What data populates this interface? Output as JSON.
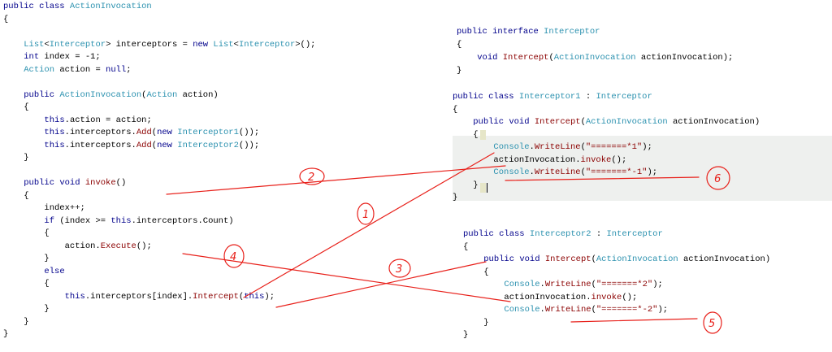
{
  "code_panels": {
    "action_invocation": {
      "lines": [
        [
          {
            "t": "public class ",
            "c": "kw"
          },
          {
            "t": "ActionInvocation",
            "c": "ty"
          }
        ],
        [
          {
            "t": "{",
            "c": "plain"
          }
        ],
        [
          {
            "t": "",
            "c": "plain"
          }
        ],
        [
          {
            "t": "    ",
            "c": "plain"
          },
          {
            "t": "List",
            "c": "ty"
          },
          {
            "t": "<",
            "c": "plain"
          },
          {
            "t": "Interceptor",
            "c": "ty"
          },
          {
            "t": "> interceptors = ",
            "c": "plain"
          },
          {
            "t": "new ",
            "c": "kw"
          },
          {
            "t": "List",
            "c": "ty"
          },
          {
            "t": "<",
            "c": "plain"
          },
          {
            "t": "Interceptor",
            "c": "ty"
          },
          {
            "t": ">();",
            "c": "plain"
          }
        ],
        [
          {
            "t": "    ",
            "c": "plain"
          },
          {
            "t": "int",
            "c": "kw"
          },
          {
            "t": " index = -1;",
            "c": "plain"
          }
        ],
        [
          {
            "t": "    ",
            "c": "plain"
          },
          {
            "t": "Action",
            "c": "ty"
          },
          {
            "t": " action = ",
            "c": "plain"
          },
          {
            "t": "null",
            "c": "kw"
          },
          {
            "t": ";",
            "c": "plain"
          }
        ],
        [
          {
            "t": "",
            "c": "plain"
          }
        ],
        [
          {
            "t": "    ",
            "c": "plain"
          },
          {
            "t": "public ",
            "c": "kw"
          },
          {
            "t": "ActionInvocation",
            "c": "ty"
          },
          {
            "t": "(",
            "c": "plain"
          },
          {
            "t": "Action",
            "c": "ty"
          },
          {
            "t": " action)",
            "c": "plain"
          }
        ],
        [
          {
            "t": "    {",
            "c": "plain"
          }
        ],
        [
          {
            "t": "        ",
            "c": "plain"
          },
          {
            "t": "this",
            "c": "kw"
          },
          {
            "t": ".action = action;",
            "c": "plain"
          }
        ],
        [
          {
            "t": "        ",
            "c": "plain"
          },
          {
            "t": "this",
            "c": "kw"
          },
          {
            "t": ".interceptors.",
            "c": "plain"
          },
          {
            "t": "Add",
            "c": "mth"
          },
          {
            "t": "(",
            "c": "plain"
          },
          {
            "t": "new ",
            "c": "kw"
          },
          {
            "t": "Interceptor1",
            "c": "ty"
          },
          {
            "t": "());",
            "c": "plain"
          }
        ],
        [
          {
            "t": "        ",
            "c": "plain"
          },
          {
            "t": "this",
            "c": "kw"
          },
          {
            "t": ".interceptors.",
            "c": "plain"
          },
          {
            "t": "Add",
            "c": "mth"
          },
          {
            "t": "(",
            "c": "plain"
          },
          {
            "t": "new ",
            "c": "kw"
          },
          {
            "t": "Interceptor2",
            "c": "ty"
          },
          {
            "t": "());",
            "c": "plain"
          }
        ],
        [
          {
            "t": "    }",
            "c": "plain"
          }
        ],
        [
          {
            "t": "",
            "c": "plain"
          }
        ],
        [
          {
            "t": "    ",
            "c": "plain"
          },
          {
            "t": "public void ",
            "c": "kw"
          },
          {
            "t": "invoke",
            "c": "mth"
          },
          {
            "t": "()",
            "c": "plain"
          }
        ],
        [
          {
            "t": "    {",
            "c": "plain"
          }
        ],
        [
          {
            "t": "        index++;",
            "c": "plain"
          }
        ],
        [
          {
            "t": "        ",
            "c": "plain"
          },
          {
            "t": "if",
            "c": "kw"
          },
          {
            "t": " (index >= ",
            "c": "plain"
          },
          {
            "t": "this",
            "c": "kw"
          },
          {
            "t": ".interceptors.Count)",
            "c": "plain"
          }
        ],
        [
          {
            "t": "        {",
            "c": "plain"
          }
        ],
        [
          {
            "t": "            action.",
            "c": "plain"
          },
          {
            "t": "Execute",
            "c": "mth"
          },
          {
            "t": "();",
            "c": "plain"
          }
        ],
        [
          {
            "t": "        }",
            "c": "plain"
          }
        ],
        [
          {
            "t": "        ",
            "c": "plain"
          },
          {
            "t": "else",
            "c": "kw"
          }
        ],
        [
          {
            "t": "        {",
            "c": "plain"
          }
        ],
        [
          {
            "t": "            ",
            "c": "plain"
          },
          {
            "t": "this",
            "c": "kw"
          },
          {
            "t": ".interceptors[index].",
            "c": "plain"
          },
          {
            "t": "Intercept",
            "c": "mth"
          },
          {
            "t": "(",
            "c": "plain"
          },
          {
            "t": "this",
            "c": "kw"
          },
          {
            "t": ");",
            "c": "plain"
          }
        ],
        [
          {
            "t": "        }",
            "c": "plain"
          }
        ],
        [
          {
            "t": "    }",
            "c": "plain"
          }
        ],
        [
          {
            "t": "}",
            "c": "plain"
          }
        ]
      ]
    },
    "interceptor_interface": {
      "lines": [
        [
          {
            "t": "public interface ",
            "c": "kw"
          },
          {
            "t": "Interceptor",
            "c": "ty"
          }
        ],
        [
          {
            "t": "{",
            "c": "plain"
          }
        ],
        [
          {
            "t": "    ",
            "c": "plain"
          },
          {
            "t": "void ",
            "c": "kw"
          },
          {
            "t": "Intercept",
            "c": "mth"
          },
          {
            "t": "(",
            "c": "plain"
          },
          {
            "t": "ActionInvocation",
            "c": "ty"
          },
          {
            "t": " actionInvocation);",
            "c": "plain"
          }
        ],
        [
          {
            "t": "}",
            "c": "plain"
          }
        ]
      ]
    },
    "interceptor1": {
      "lines": [
        [
          {
            "t": "public class ",
            "c": "kw"
          },
          {
            "t": "Interceptor1",
            "c": "ty"
          },
          {
            "t": " : ",
            "c": "plain"
          },
          {
            "t": "Interceptor",
            "c": "ty"
          }
        ],
        [
          {
            "t": "{",
            "c": "plain"
          }
        ],
        [
          {
            "t": "    ",
            "c": "plain"
          },
          {
            "t": "public void ",
            "c": "kw"
          },
          {
            "t": "Intercept",
            "c": "mth"
          },
          {
            "t": "(",
            "c": "plain"
          },
          {
            "t": "ActionInvocation",
            "c": "ty"
          },
          {
            "t": " actionInvocation)",
            "c": "plain"
          }
        ],
        [
          {
            "t": "    {",
            "c": "plain"
          }
        ],
        [
          {
            "t": "        ",
            "c": "plain"
          },
          {
            "t": "Console",
            "c": "ty"
          },
          {
            "t": ".",
            "c": "plain"
          },
          {
            "t": "WriteLine",
            "c": "mth"
          },
          {
            "t": "(",
            "c": "plain"
          },
          {
            "t": "\"=======*1\"",
            "c": "str"
          },
          {
            "t": ");",
            "c": "plain"
          }
        ],
        [
          {
            "t": "        actionInvocation.",
            "c": "plain"
          },
          {
            "t": "invoke",
            "c": "mth"
          },
          {
            "t": "();",
            "c": "plain"
          }
        ],
        [
          {
            "t": "        ",
            "c": "plain"
          },
          {
            "t": "Console",
            "c": "ty"
          },
          {
            "t": ".",
            "c": "plain"
          },
          {
            "t": "WriteLine",
            "c": "mth"
          },
          {
            "t": "(",
            "c": "plain"
          },
          {
            "t": "\"=======*-1\"",
            "c": "str"
          },
          {
            "t": ");",
            "c": "plain"
          }
        ],
        [
          {
            "t": "    }",
            "c": "plain"
          }
        ],
        [
          {
            "t": "}",
            "c": "plain"
          }
        ]
      ]
    },
    "interceptor2": {
      "lines": [
        [
          {
            "t": "public class ",
            "c": "kw"
          },
          {
            "t": "Interceptor2",
            "c": "ty"
          },
          {
            "t": " : ",
            "c": "plain"
          },
          {
            "t": "Interceptor",
            "c": "ty"
          }
        ],
        [
          {
            "t": "{",
            "c": "plain"
          }
        ],
        [
          {
            "t": "    ",
            "c": "plain"
          },
          {
            "t": "public void ",
            "c": "kw"
          },
          {
            "t": "Intercept",
            "c": "mth"
          },
          {
            "t": "(",
            "c": "plain"
          },
          {
            "t": "ActionInvocation",
            "c": "ty"
          },
          {
            "t": " actionInvocation)",
            "c": "plain"
          }
        ],
        [
          {
            "t": "    {",
            "c": "plain"
          }
        ],
        [
          {
            "t": "        ",
            "c": "plain"
          },
          {
            "t": "Console",
            "c": "ty"
          },
          {
            "t": ".",
            "c": "plain"
          },
          {
            "t": "WriteLine",
            "c": "mth"
          },
          {
            "t": "(",
            "c": "plain"
          },
          {
            "t": "\"=======*2\"",
            "c": "str"
          },
          {
            "t": ");",
            "c": "plain"
          }
        ],
        [
          {
            "t": "        actionInvocation.",
            "c": "plain"
          },
          {
            "t": "invoke",
            "c": "mth"
          },
          {
            "t": "();",
            "c": "plain"
          }
        ],
        [
          {
            "t": "        ",
            "c": "plain"
          },
          {
            "t": "Console",
            "c": "ty"
          },
          {
            "t": ".",
            "c": "plain"
          },
          {
            "t": "WriteLine",
            "c": "mth"
          },
          {
            "t": "(",
            "c": "plain"
          },
          {
            "t": "\"=======*-2\"",
            "c": "str"
          },
          {
            "t": ");",
            "c": "plain"
          }
        ],
        [
          {
            "t": "    }",
            "c": "plain"
          }
        ],
        [
          {
            "t": "}",
            "c": "plain"
          }
        ]
      ]
    }
  },
  "annotations": {
    "marks": [
      "1",
      "2",
      "3",
      "4",
      "5",
      "6"
    ],
    "ink_color": "#e8201a"
  },
  "syntax_colors": {
    "keyword": "#00008b",
    "type": "#2b91af",
    "method": "#8b0000",
    "string": "#8b0000"
  }
}
